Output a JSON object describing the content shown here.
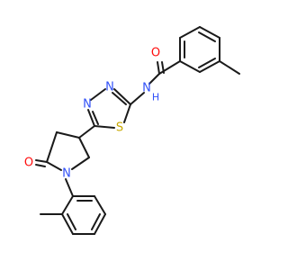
{
  "atoms": {
    "carbonyl_o_top": {
      "text": "O",
      "color": "#ff0d0d"
    },
    "amide_nh": {
      "text": "N\nH",
      "color": "#3050f8"
    },
    "thiadiazole_n1": {
      "text": "N",
      "color": "#3050f8"
    },
    "thiadiazole_n2": {
      "text": "N",
      "color": "#3050f8"
    },
    "thiadiazole_s": {
      "text": "S",
      "color": "#c8a800"
    },
    "lactam_o": {
      "text": "O",
      "color": "#ff0d0d"
    },
    "pyrrolidine_n": {
      "text": "N",
      "color": "#3050f8"
    }
  },
  "colors": {
    "bond": "#1a1a1a",
    "background": "#ffffff"
  }
}
